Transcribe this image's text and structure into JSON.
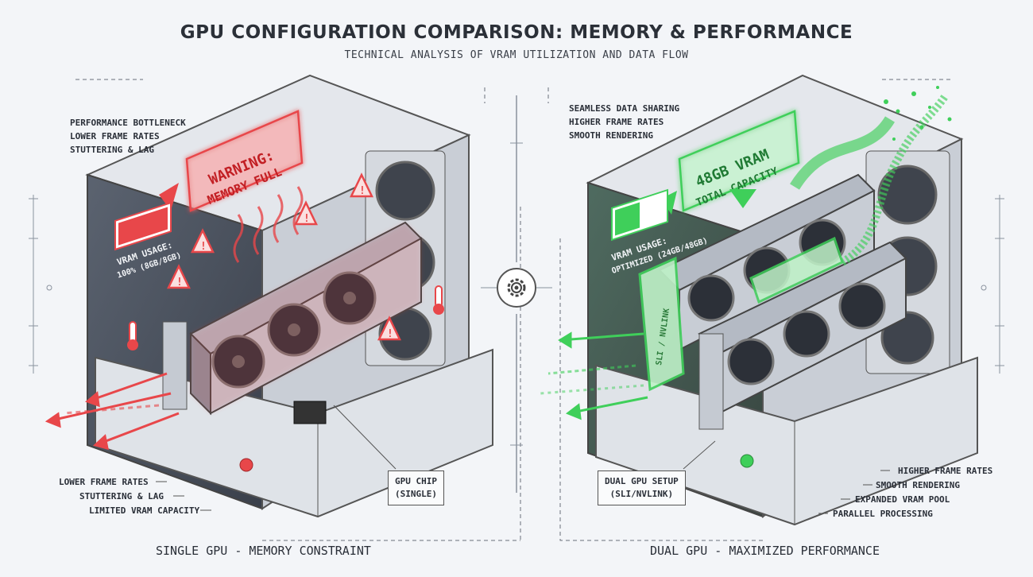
{
  "header": {
    "title": "GPU CONFIGURATION COMPARISON: MEMORY & PERFORMANCE",
    "subtitle": "TECHNICAL ANALYSIS OF VRAM UTILIZATION AND DATA FLOW"
  },
  "left_panel": {
    "top_notes": [
      "PERFORMANCE BOTTLENECK",
      "LOWER FRAME RATES",
      "STUTTERING & LAG"
    ],
    "warning_line1": "WARNING:",
    "warning_line2": "MEMORY FULL",
    "vram_line1": "VRAM USAGE:",
    "vram_line2": "100% (8GB/8GB)",
    "vram_fill": 1.0,
    "bottom_notes": [
      "LOWER FRAME RATES",
      "STUTTERING & LAG",
      "LIMITED VRAM CAPACITY"
    ],
    "callout_line1": "GPU CHIP",
    "callout_line2": "(SINGLE)",
    "caption": "SINGLE GPU - MEMORY CONSTRAINT"
  },
  "right_panel": {
    "top_notes": [
      "SEAMLESS DATA SHARING",
      "HIGHER FRAME RATES",
      "SMOOTH RENDERING"
    ],
    "capacity_line1": "48GB VRAM",
    "capacity_line2": "TOTAL CAPACITY",
    "vram_line1": "VRAM USAGE:",
    "vram_line2": "OPTIMIZED (24GB/48GB)",
    "vram_fill": 0.5,
    "bridge_label": "SLI / NVLINK",
    "bottom_notes": [
      "HIGHER FRAME RATES",
      "SMOOTH RENDERING",
      "EXPANDED VRAM POOL",
      "PARALLEL PROCESSING"
    ],
    "callout_line1": "DUAL GPU SETUP",
    "callout_line2": "(SLI/NVLINK)",
    "caption": "DUAL GPU - MAXIMIZED PERFORMANCE"
  },
  "colors": {
    "warning_red": "#e8474a",
    "optimal_green": "#3fcf5a",
    "case_gray": "#8a929e",
    "ink": "#2a2f38"
  },
  "icons": {
    "center": "gear-icon",
    "warning": "warning-triangle-icon",
    "heat": "heat-wave-icon",
    "thermometer": "thermometer-icon"
  }
}
